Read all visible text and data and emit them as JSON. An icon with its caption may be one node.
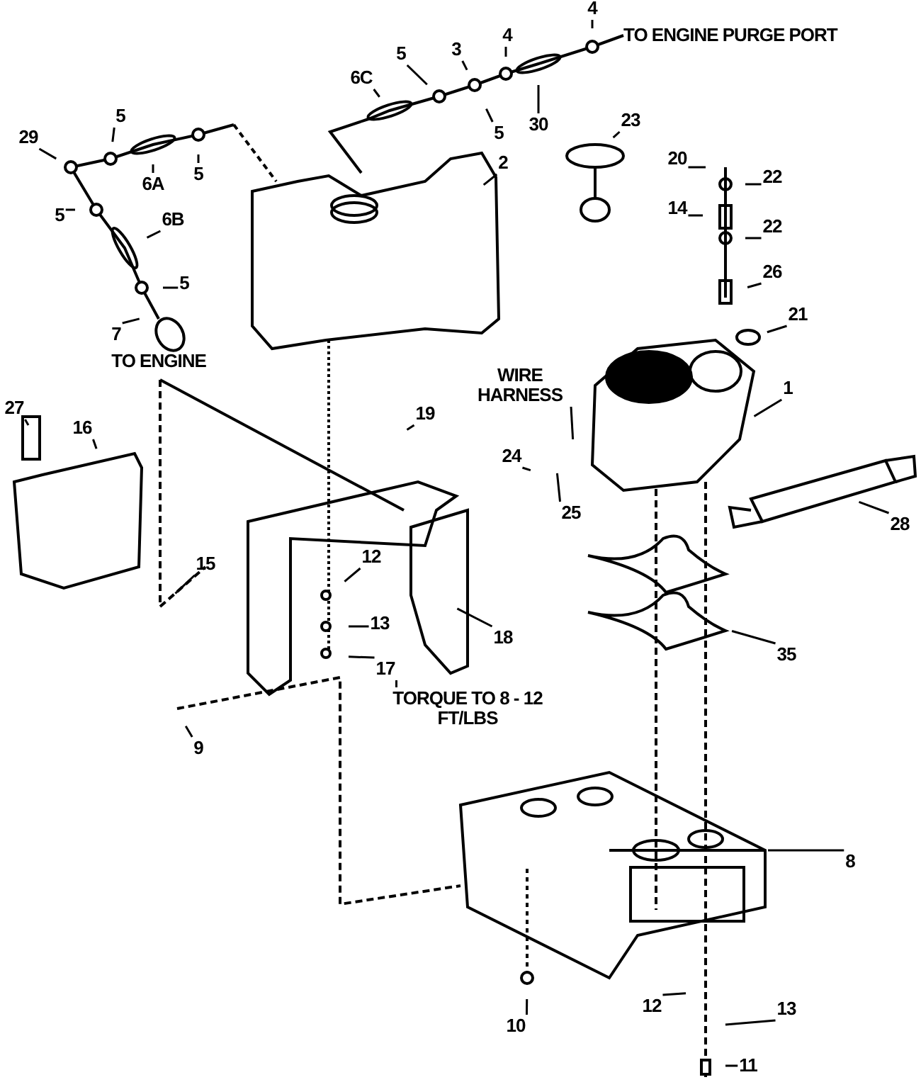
{
  "diagram": {
    "nodes": [
      {
        "text": [
          "4"
        ]
      },
      {
        "text": [
          "5"
        ]
      },
      {
        "text": [
          "3"
        ]
      },
      {
        "text": [
          "4"
        ]
      },
      {
        "text": [
          "6C"
        ]
      },
      {
        "text": [
          "5"
        ]
      },
      {
        "text": [
          "5"
        ]
      },
      {
        "text": [
          "23"
        ]
      },
      {
        "text": [
          "30"
        ]
      },
      {
        "text": [
          "29"
        ]
      },
      {
        "text": [
          "20"
        ]
      },
      {
        "text": [
          "2"
        ]
      },
      {
        "text": [
          "5"
        ]
      },
      {
        "text": [
          "22"
        ]
      },
      {
        "text": [
          "6A"
        ]
      },
      {
        "text": [
          "14"
        ]
      },
      {
        "text": [
          "5"
        ]
      },
      {
        "text": [
          "6B"
        ]
      },
      {
        "text": [
          "22"
        ]
      },
      {
        "text": [
          "26"
        ]
      },
      {
        "text": [
          "5"
        ]
      },
      {
        "text": [
          "21"
        ]
      },
      {
        "text": [
          "7"
        ]
      },
      {
        "text": [
          "1"
        ]
      },
      {
        "text": [
          "WIRE HARNESS"
        ]
      },
      {
        "text": [
          "27"
        ]
      },
      {
        "text": [
          "19"
        ]
      },
      {
        "text": [
          "16"
        ]
      },
      {
        "text": [
          "24"
        ]
      },
      {
        "text": [
          "25"
        ]
      },
      {
        "text": [
          "28"
        ]
      },
      {
        "text": [
          "15"
        ]
      },
      {
        "text": [
          "12"
        ]
      },
      {
        "text": [
          "13"
        ]
      },
      {
        "text": [
          "18"
        ]
      },
      {
        "text": [
          "17"
        ]
      },
      {
        "text": [
          "35"
        ]
      },
      {
        "text": [
          "TORQUE TO 8 - 12 FT/LBS"
        ]
      },
      {
        "text": [
          "9"
        ]
      },
      {
        "text": [
          "8"
        ]
      },
      {
        "text": [
          "12"
        ]
      },
      {
        "text": [
          "13"
        ]
      },
      {
        "text": [
          "10"
        ]
      },
      {
        "text": [
          "11"
        ]
      }
    ],
    "edges": [
      {
        "from": 0,
        "to": null,
        "arrow": "none"
      },
      {
        "from": 1,
        "to": null,
        "arrow": "none"
      },
      {
        "from": 2,
        "to": null,
        "arrow": "none"
      },
      {
        "from": 3,
        "to": null,
        "arrow": "none"
      },
      {
        "from": 4,
        "to": null,
        "arrow": "none"
      },
      {
        "from": 5,
        "to": null,
        "arrow": "none"
      },
      {
        "from": 6,
        "to": null,
        "arrow": "none"
      },
      {
        "from": 7,
        "to": null,
        "arrow": "none"
      },
      {
        "from": 8,
        "to": null,
        "arrow": "none"
      },
      {
        "from": 9,
        "to": null,
        "arrow": "none"
      },
      {
        "from": 10,
        "to": null,
        "arrow": "none"
      },
      {
        "from": 11,
        "to": null,
        "arrow": "none"
      },
      {
        "from": 12,
        "to": null,
        "arrow": "none"
      },
      {
        "from": 13,
        "to": null,
        "arrow": "none"
      },
      {
        "from": 14,
        "to": null,
        "arrow": "none"
      },
      {
        "from": 15,
        "to": null,
        "arrow": "none"
      },
      {
        "from": 16,
        "to": null,
        "arrow": "none"
      },
      {
        "from": 17,
        "to": null,
        "arrow": "none"
      },
      {
        "from": 18,
        "to": null,
        "arrow": "none"
      },
      {
        "from": 19,
        "to": null,
        "arrow": "none"
      },
      {
        "from": 20,
        "to": null,
        "arrow": "none"
      },
      {
        "from": 21,
        "to": null,
        "arrow": "none"
      },
      {
        "from": 22,
        "to": null,
        "arrow": "none"
      },
      {
        "from": 23,
        "to": null,
        "arrow": "none"
      },
      {
        "from": 24,
        "to": null,
        "arrow": "none"
      },
      {
        "from": 25,
        "to": null,
        "arrow": "none"
      },
      {
        "from": 26,
        "to": null,
        "arrow": "none"
      },
      {
        "from": 27,
        "to": null,
        "arrow": "none"
      },
      {
        "from": 28,
        "to": null,
        "arrow": "none"
      },
      {
        "from": 29,
        "to": null,
        "arrow": "none"
      },
      {
        "from": 30,
        "to": null,
        "arrow": "none"
      },
      {
        "from": 31,
        "to": null,
        "arrow": "none"
      },
      {
        "from": 32,
        "to": null,
        "arrow": "none"
      },
      {
        "from": 33,
        "to": null,
        "arrow": "none"
      },
      {
        "from": 34,
        "to": null,
        "arrow": "none"
      },
      {
        "from": 35,
        "to": null,
        "arrow": "none"
      },
      {
        "from": 36,
        "to": null,
        "arrow": "none"
      },
      {
        "from": 37,
        "to": 35,
        "arrow": "none"
      },
      {
        "from": 38,
        "to": null,
        "arrow": "none"
      },
      {
        "from": 39,
        "to": null,
        "arrow": "none"
      },
      {
        "from": 40,
        "to": null,
        "arrow": "none"
      },
      {
        "from": 41,
        "to": null,
        "arrow": "none"
      },
      {
        "from": 42,
        "to": null,
        "arrow": "none"
      },
      {
        "from": 43,
        "to": null,
        "arrow": "none"
      }
    ],
    "labels": [
      "TO ENGINE PURGE PORT",
      "TO ENGINE"
    ]
  }
}
